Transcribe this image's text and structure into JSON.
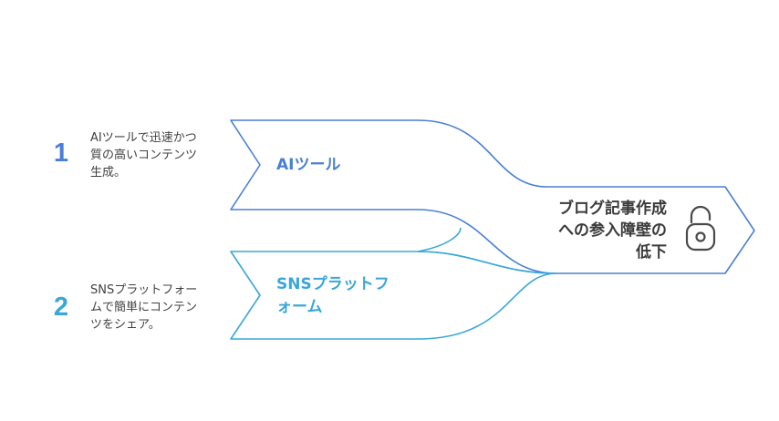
{
  "colors": {
    "branch1": "#4a7fd6",
    "branch2": "#3aa7d8",
    "result_text": "#3a3a3a",
    "icon": "#4a4a4a",
    "desc_text": "#404040"
  },
  "branches": [
    {
      "number": "1",
      "description_lines": [
        "AIツールで迅速かつ",
        "質の高いコンテンツ",
        "生成。"
      ],
      "label_lines": [
        "AIツール"
      ]
    },
    {
      "number": "2",
      "description_lines": [
        "SNSプラットフォー",
        "ムで簡単にコンテン",
        "ツをシェア。"
      ],
      "label_lines": [
        "SNSプラットフ",
        "ォーム"
      ]
    }
  ],
  "result": {
    "lines": [
      "ブログ記事作成",
      "への参入障壁の",
      "低下"
    ],
    "icon": "unlocked-padlock-icon"
  }
}
